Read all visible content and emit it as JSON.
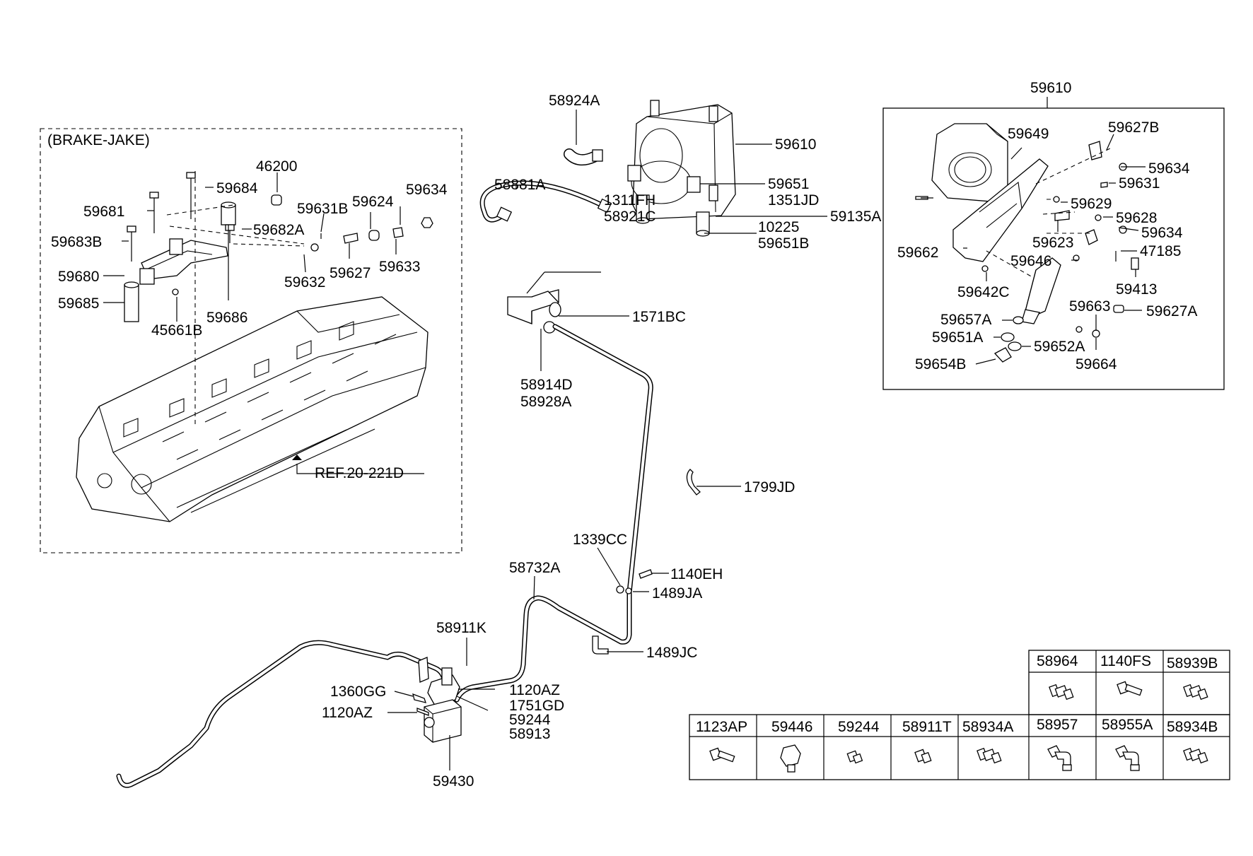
{
  "brake_jake": {
    "title": "(BRAKE-JAKE)",
    "ref": "REF.20-221D",
    "labels": [
      "46200",
      "59684",
      "59681",
      "59682A",
      "59683B",
      "59680",
      "59685",
      "45661B",
      "59686",
      "59631B",
      "59624",
      "59634",
      "59632",
      "59627",
      "59633"
    ]
  },
  "main": {
    "labels": [
      "58924A",
      "58881A",
      "59610",
      "59651",
      "1351JD",
      "59135A",
      "10225",
      "59651B",
      "1311FH",
      "58921C",
      "1571BC",
      "58914D",
      "58928A",
      "1799JD",
      "1339CC",
      "1140EH",
      "1489JA",
      "58732A",
      "1489JC",
      "58911K",
      "1360GG",
      "1120AZ",
      "1120AZ",
      "1751GD",
      "59244",
      "58913",
      "59430"
    ]
  },
  "detail": {
    "title": "59610",
    "labels": [
      "59649",
      "59627B",
      "59634",
      "59631",
      "59629",
      "59628",
      "59634",
      "59662",
      "59623",
      "47185",
      "59646",
      "59413",
      "59642C",
      "59663",
      "59627A",
      "59657A",
      "59651A",
      "59652A",
      "59654B",
      "59664"
    ]
  },
  "fittings_table": {
    "top_row": [
      "58964",
      "1140FS",
      "58939B"
    ],
    "bottom_row": [
      "1123AP",
      "59446",
      "59244",
      "58911T",
      "58934A",
      "58957",
      "58955A",
      "58934B"
    ]
  }
}
